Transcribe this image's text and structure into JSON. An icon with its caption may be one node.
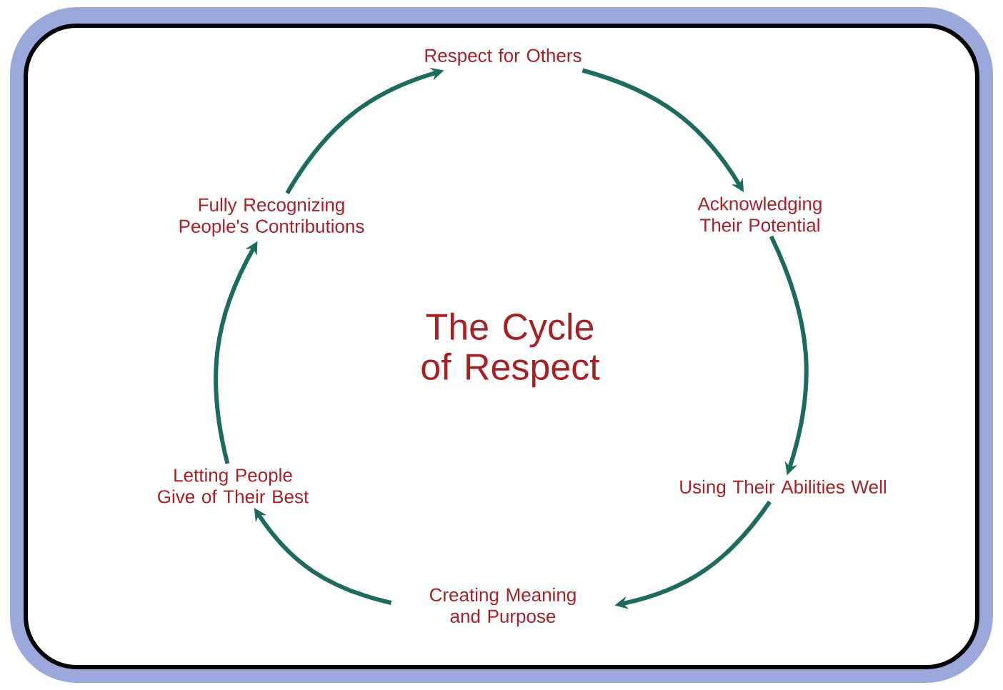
{
  "diagram": {
    "title": "The Cycle of Respect",
    "nodes": [
      {
        "text": [
          "Respect for Others"
        ]
      },
      {
        "text": [
          "Acknowledging Their Potential"
        ]
      },
      {
        "text": [
          "Using Their Abilities Well"
        ]
      },
      {
        "text": [
          "Creating Meaning and Purpose"
        ]
      },
      {
        "text": [
          "Letting People Give of Their Best"
        ]
      },
      {
        "text": [
          "Fully Recognizing People's Contributions"
        ]
      }
    ],
    "edges": [
      {
        "from": 0,
        "to": 1,
        "arrow": "to"
      },
      {
        "from": 1,
        "to": 2,
        "arrow": "to"
      },
      {
        "from": 2,
        "to": 3,
        "arrow": "to"
      },
      {
        "from": 3,
        "to": 4,
        "arrow": "to"
      },
      {
        "from": 4,
        "to": 5,
        "arrow": "to"
      },
      {
        "from": 5,
        "to": 0,
        "arrow": "to"
      }
    ]
  }
}
